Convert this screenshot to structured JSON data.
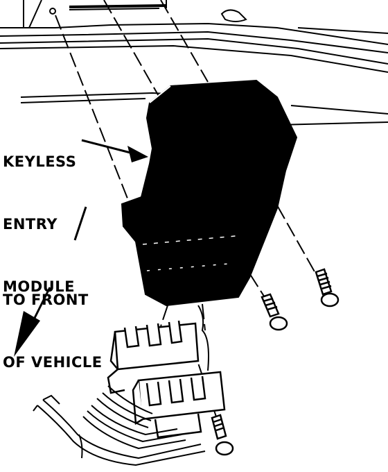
{
  "labels": {
    "module": [
      "KEYLESS",
      "ENTRY",
      "MODULE"
    ],
    "front": [
      "TO FRONT",
      "OF VEHICLE"
    ]
  },
  "colors": {
    "ink": "#000000",
    "paper": "#ffffff"
  }
}
